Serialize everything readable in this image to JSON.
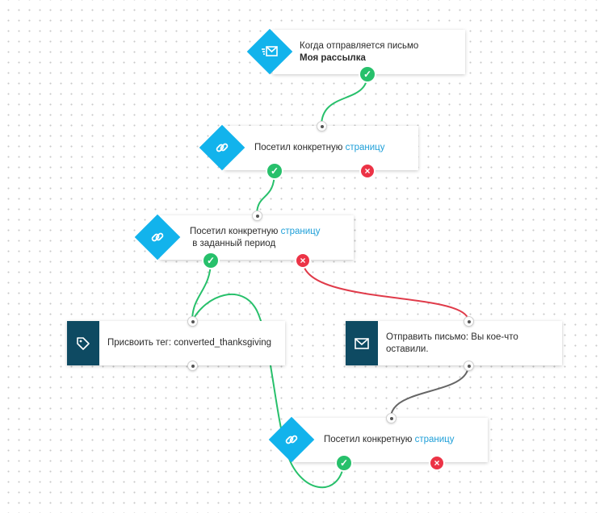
{
  "nodes": {
    "trigger": {
      "icon": "email-send-icon",
      "text": "Когда отправляется письмо ",
      "bold": "Моя рассылка"
    },
    "visit1": {
      "icon": "link-icon",
      "text": "Посетил конкретную ",
      "link": "страницу"
    },
    "visit2": {
      "icon": "link-icon",
      "text": "Посетил конкретную ",
      "link": "страницу",
      "text_after": " в заданный период"
    },
    "tag": {
      "icon": "tag-icon",
      "text": "Присвоить тег: converted_thanksgiving"
    },
    "email": {
      "icon": "envelope-icon",
      "text": "Отправить письмо: Вы кое-что оставили."
    },
    "visit3": {
      "icon": "link-icon",
      "text": "Посетил конкретную ",
      "link": "страницу"
    }
  },
  "badges": {
    "yes": "✓",
    "no": "×"
  },
  "colors": {
    "diamond": "#12b3ec",
    "dark_icon_bg": "#0e4a62",
    "yes": "#27c06b",
    "no": "#ec3346",
    "link": "#1e9fd8",
    "wire_green": "#27c06b",
    "wire_red": "#e03b4a",
    "wire_gray": "#666666"
  }
}
